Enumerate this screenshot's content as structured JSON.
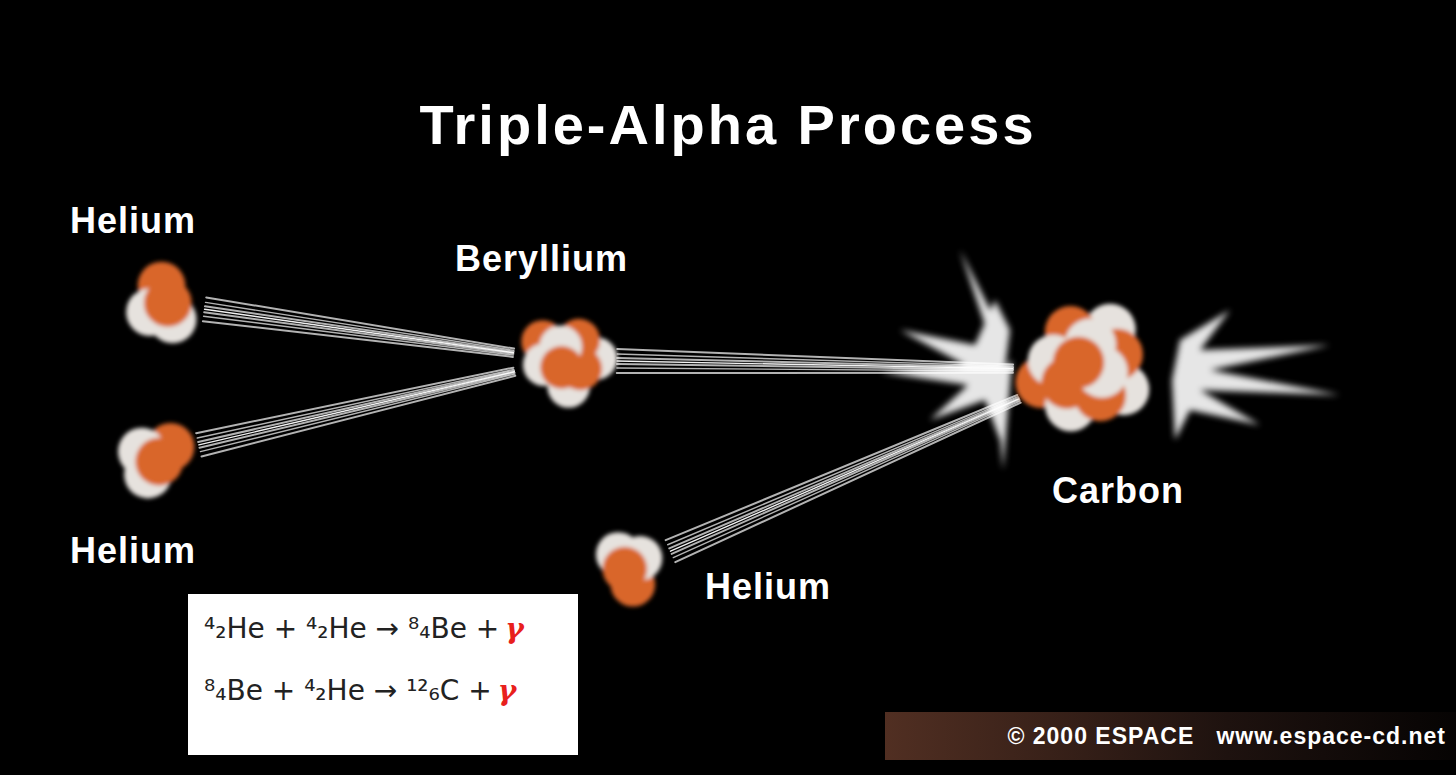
{
  "diagram": {
    "title": "Triple-Alpha Process",
    "nodes": [
      {
        "text": [
          "Helium"
        ]
      },
      {
        "text": [
          "Helium"
        ]
      },
      {
        "text": [
          "Beryllium"
        ]
      },
      {
        "text": [
          "Helium"
        ]
      },
      {
        "text": [
          "Carbon"
        ]
      }
    ],
    "edges": [
      {
        "from": 0,
        "to": 2,
        "arrow": "none"
      },
      {
        "from": 1,
        "to": 2,
        "arrow": "none"
      },
      {
        "from": 2,
        "to": 4,
        "arrow": "none"
      },
      {
        "from": 3,
        "to": 4,
        "arrow": "none"
      }
    ],
    "labels": [
      "⁴₂He + ⁴₂He → ⁸₄Be +",
      "γ",
      "⁸₄Be + ⁴₂He → ¹²₆C +",
      "γ",
      "© 2000 ESPACE   www.espace-cd.net"
    ]
  }
}
